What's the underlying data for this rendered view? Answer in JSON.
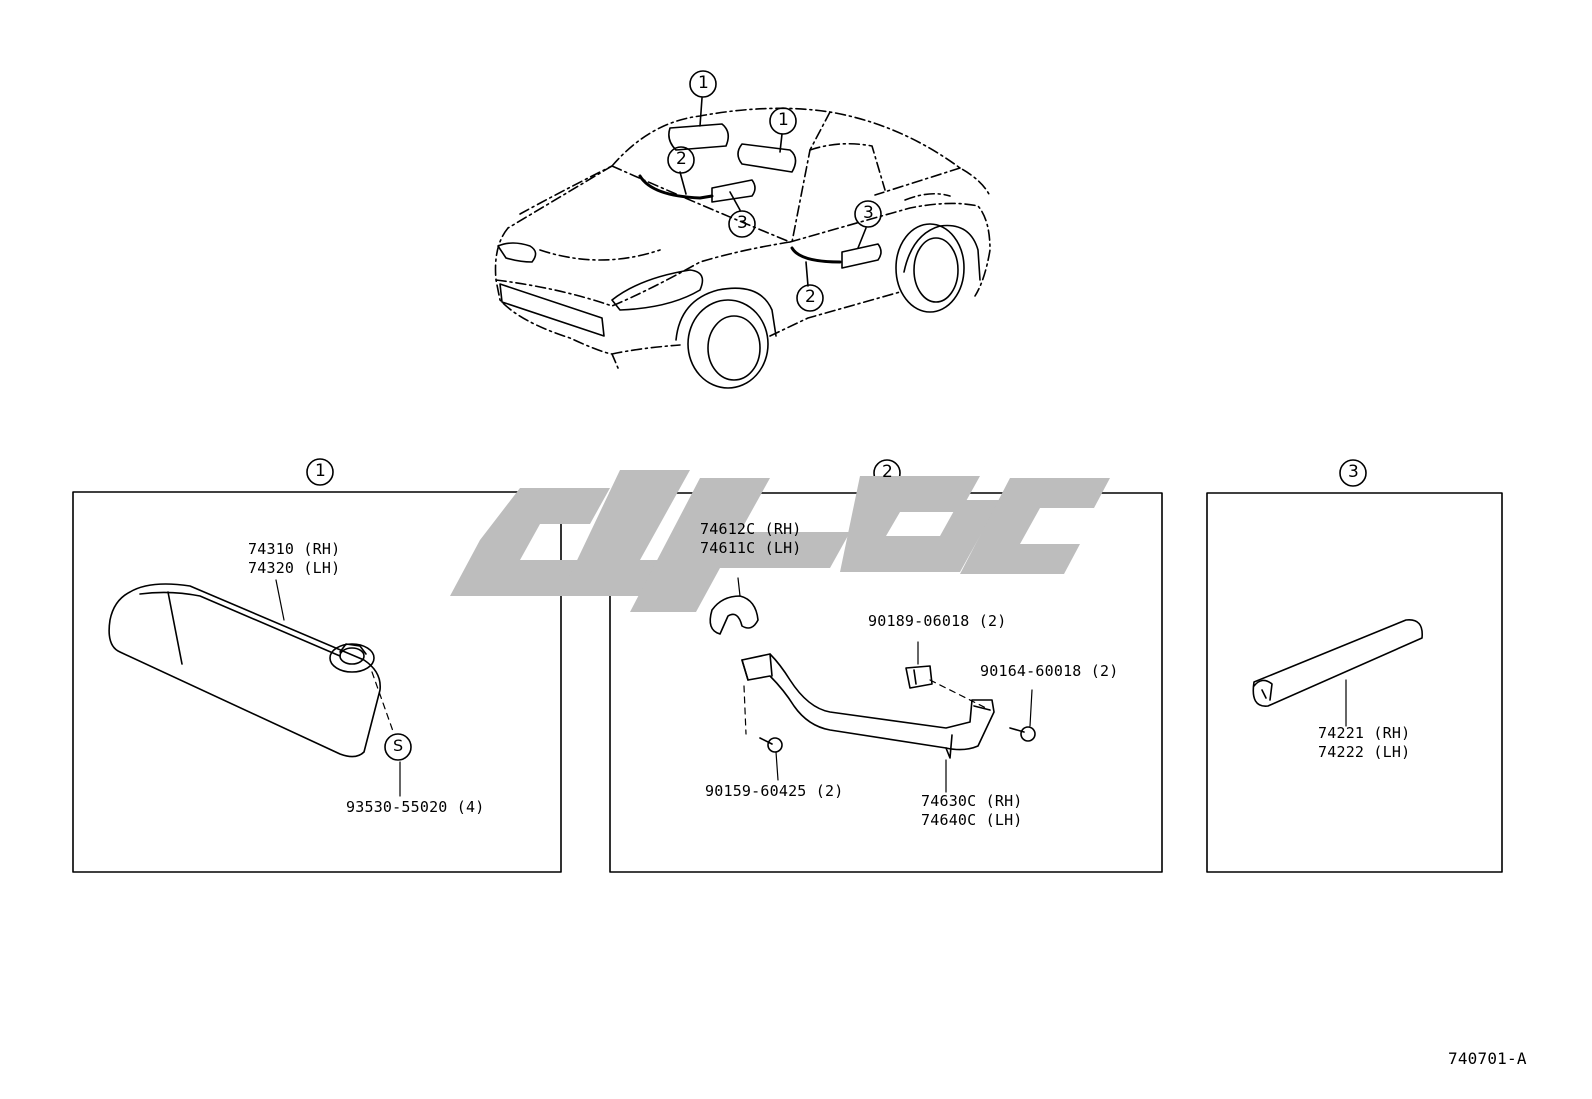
{
  "callouts": {
    "c1": "1",
    "c2": "2",
    "c3": "3",
    "s": "S"
  },
  "panel1": {
    "part_a": "74310 (RH)",
    "part_b": "74320 (LH)",
    "screw": "93530-55020 (4)"
  },
  "panel2": {
    "cover_a": "74612C (RH)",
    "cover_b": "74611C (LH)",
    "clip": "90189-06018 (2)",
    "bolt_right": "90164-60018 (2)",
    "bolt_left": "90159-60425 (2)",
    "grip_a": "74630C (RH)",
    "grip_b": "74640C (LH)"
  },
  "panel3": {
    "part_a": "74221 (RH)",
    "part_b": "74222 (LH)"
  },
  "figure_code": "740701-A"
}
